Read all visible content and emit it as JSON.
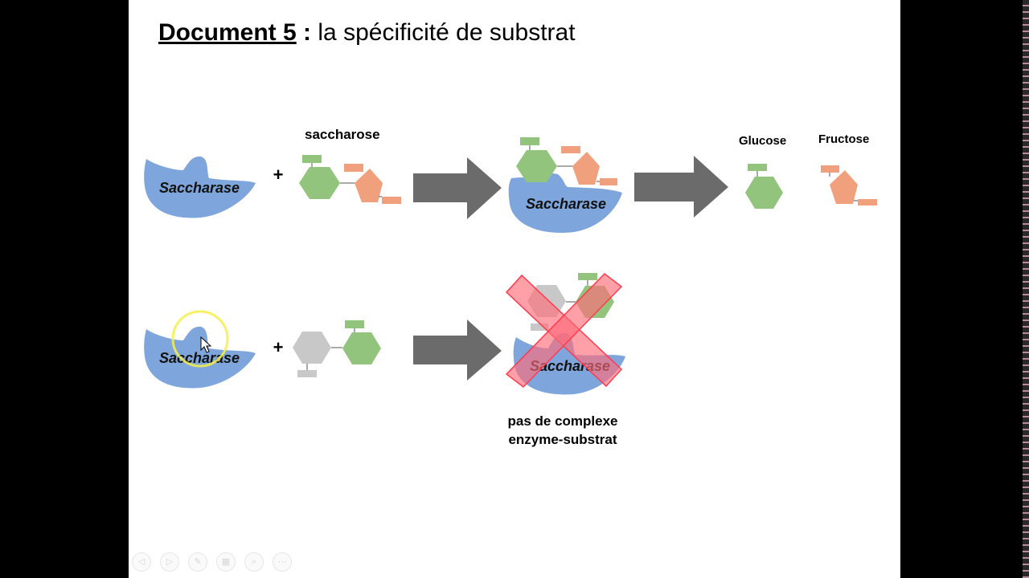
{
  "title": {
    "doc": "Document 5",
    "colon": ":",
    "rest": "la spécificité de substrat"
  },
  "labels": {
    "saccharose": "saccharose",
    "glucose": "Glucose",
    "fructose": "Fructose",
    "plus": "+",
    "no_complex_line1": "pas de complexe",
    "no_complex_line2": "enzyme-substrat"
  },
  "enzyme": {
    "name": "Saccharase"
  },
  "colors": {
    "enzyme": "#7ea6dc",
    "glucose": "#93c47d",
    "fructose": "#f0a07c",
    "grey_sugar": "#c8c8c8",
    "arrow": "#6b6b6b",
    "cross": "#ff6b7a",
    "cursor_highlight": "#f5ef4a"
  },
  "controls": [
    "prev-icon",
    "next-icon",
    "pen-icon",
    "slides-icon",
    "zoom-icon",
    "more-icon"
  ]
}
